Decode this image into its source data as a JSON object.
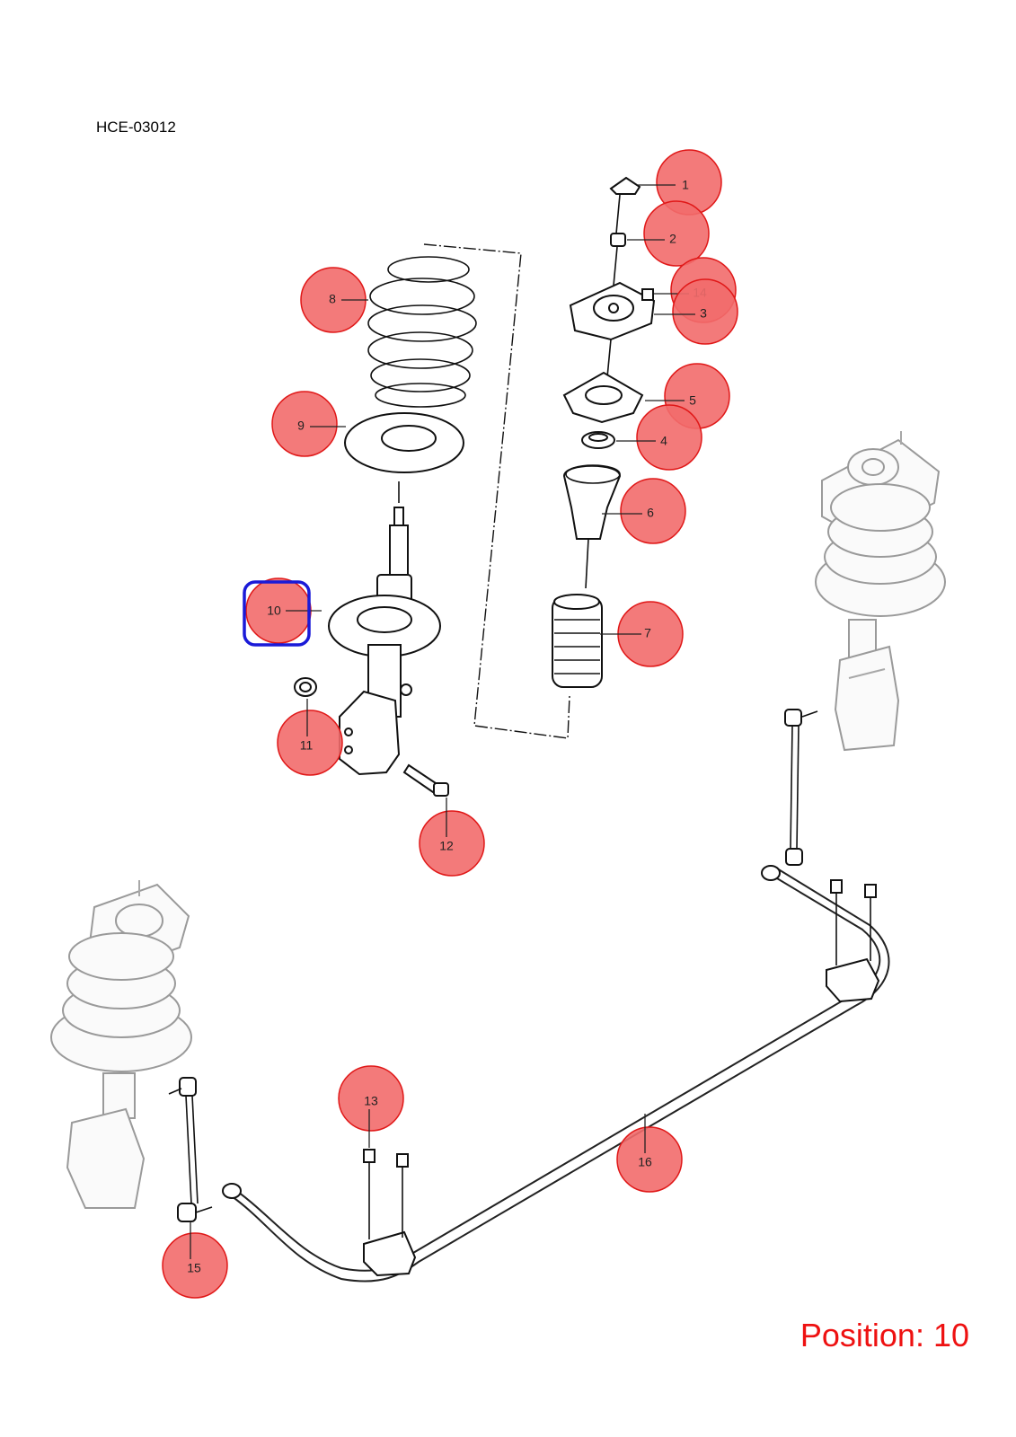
{
  "diagram": {
    "code": "HCE-03012",
    "position_label": "Position: 10",
    "selected_callout": "10",
    "colors": {
      "bubble_fill": "#f26b6b",
      "bubble_stroke": "#e01818",
      "selection": "#1a1ad8",
      "position_text": "#ee1111"
    },
    "callouts": [
      {
        "id": "c1",
        "label": "1"
      },
      {
        "id": "c2",
        "label": "2"
      },
      {
        "id": "c14",
        "label": "14"
      },
      {
        "id": "c3",
        "label": "3"
      },
      {
        "id": "c8",
        "label": "8"
      },
      {
        "id": "c5",
        "label": "5"
      },
      {
        "id": "c9",
        "label": "9"
      },
      {
        "id": "c4",
        "label": "4"
      },
      {
        "id": "c6",
        "label": "6"
      },
      {
        "id": "c10",
        "label": "10"
      },
      {
        "id": "c7",
        "label": "7"
      },
      {
        "id": "c11",
        "label": "11"
      },
      {
        "id": "c12",
        "label": "12"
      },
      {
        "id": "c13",
        "label": "13"
      },
      {
        "id": "c16",
        "label": "16"
      },
      {
        "id": "c15",
        "label": "15"
      }
    ]
  }
}
